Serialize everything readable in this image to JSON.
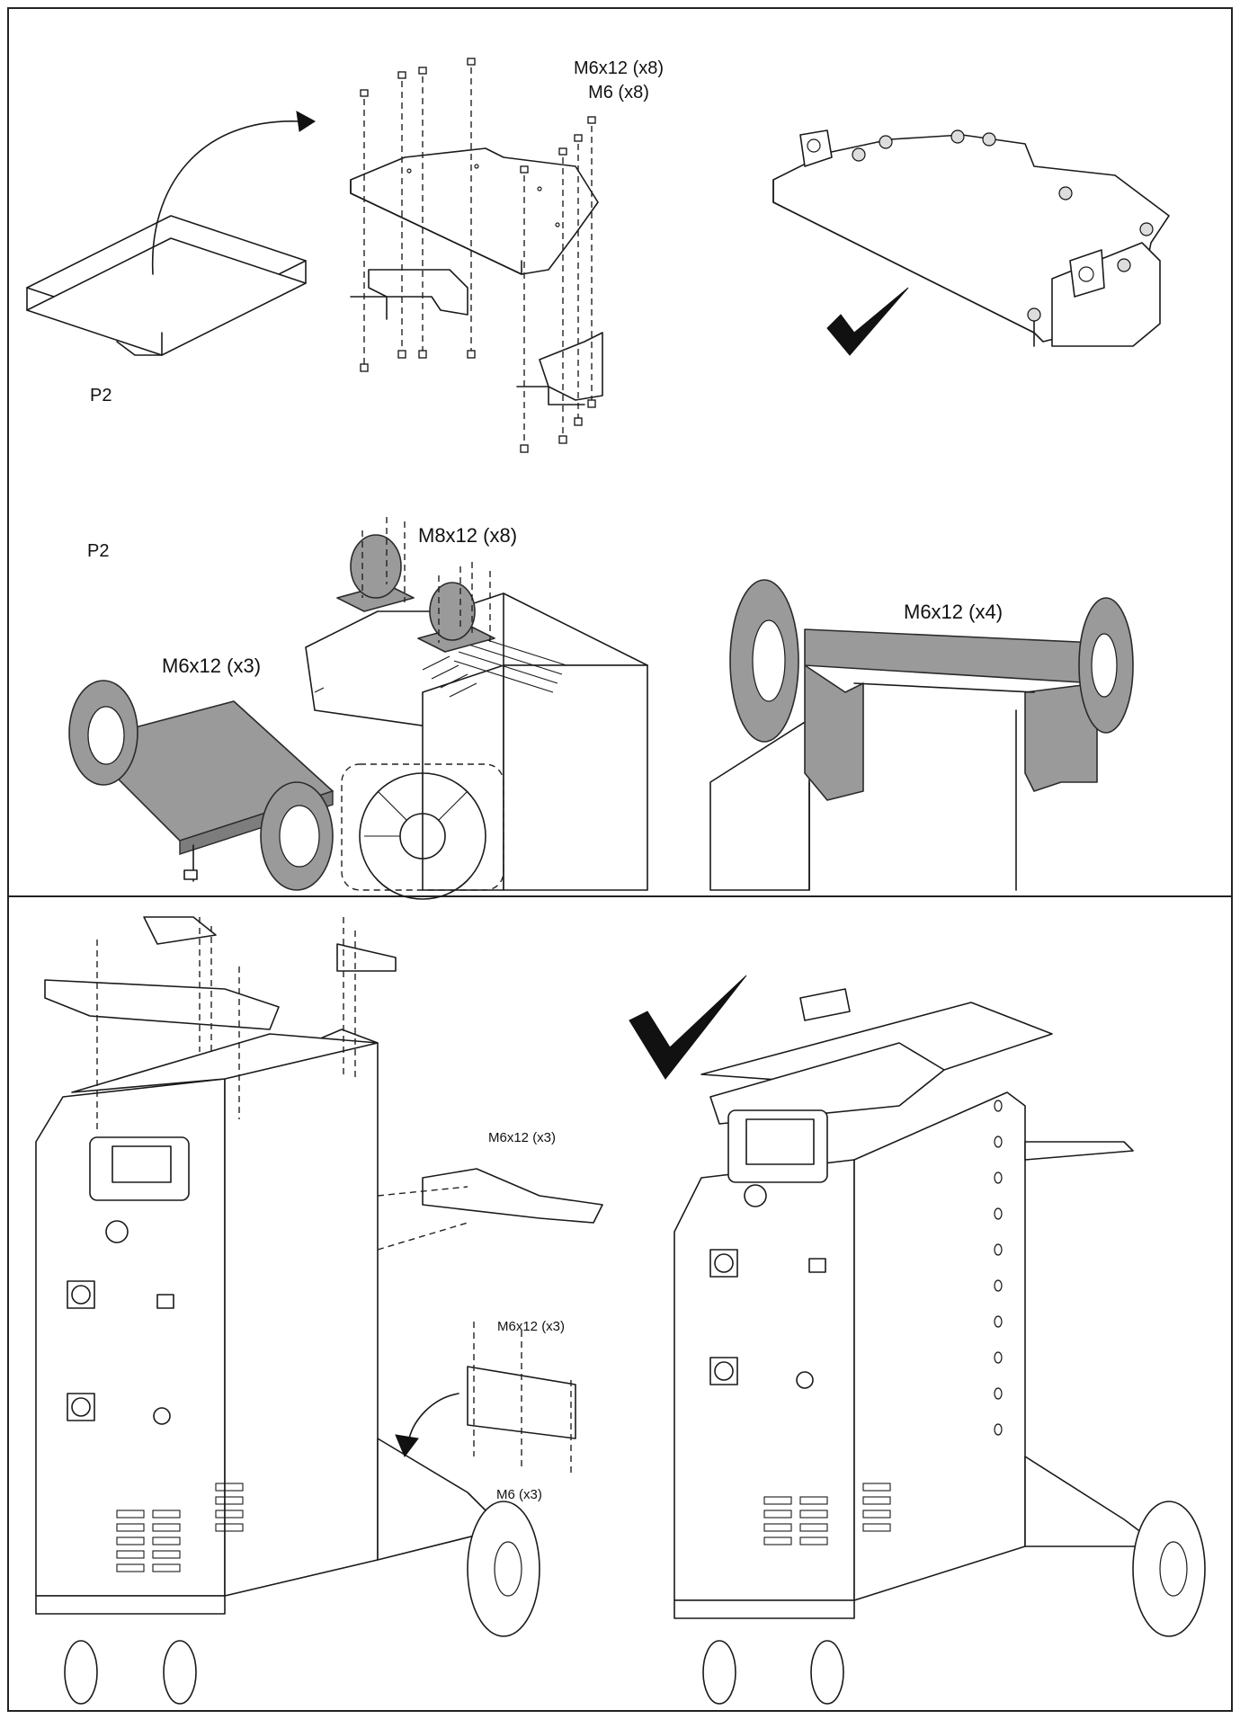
{
  "step1": {
    "package_label": "P2",
    "screws_label_line1": "M6x12 (x8)",
    "screws_label_line2": "M6 (x8)"
  },
  "step2": {
    "package_label": "P2",
    "casters_screws_label": "M8x12 (x8)",
    "axle_screws_label": "M6x12 (x3)",
    "rear_bracket_screws_label": "M6x12 (x4)"
  },
  "step3": {
    "bottle_support_screws_label": "M6x12 (x3)",
    "plate_screws_label": "M6x12 (x3)",
    "plate_nuts_label": "M6 (x3)"
  },
  "icons": {
    "checkmark": "check-icon",
    "arrow": "curved-arrow-icon",
    "box": "box-icon"
  },
  "colors": {
    "line": "#1a1a1a",
    "part_gray": "#9a9a9a",
    "background": "#ffffff"
  }
}
